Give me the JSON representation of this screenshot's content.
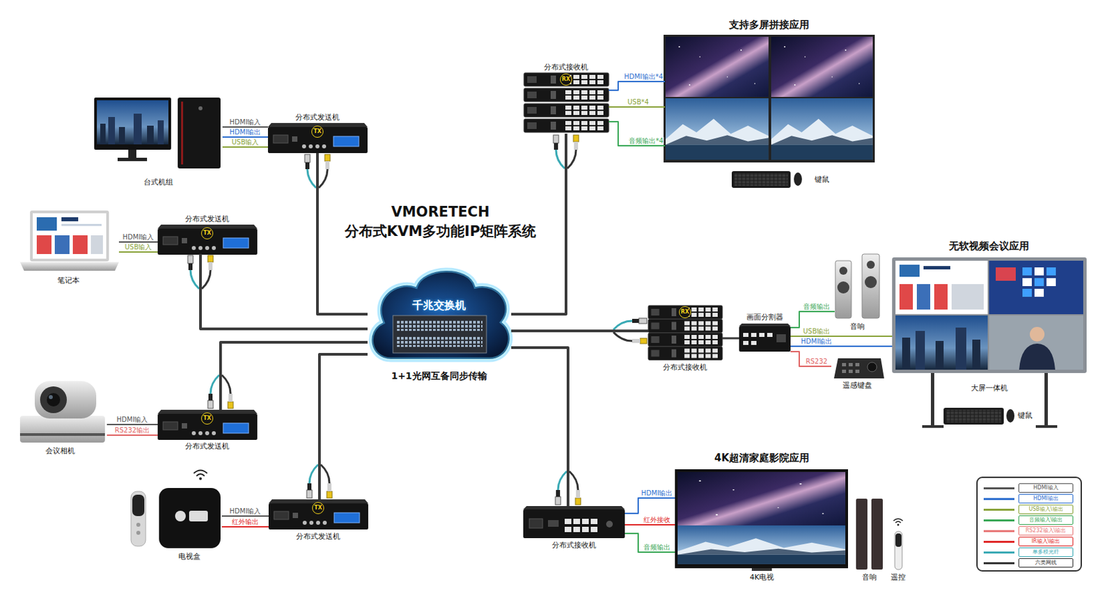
{
  "diagram": {
    "title": "VMORETECH 分布式KVM多功能IP矩阵系统",
    "nodes": [
      {
        "text": [
          "台式机组"
        ]
      },
      {
        "text": [
          "分布式发送机",
          "TX"
        ]
      },
      {
        "text": [
          "笔记本"
        ]
      },
      {
        "text": [
          "分布式发送机",
          "TX"
        ]
      },
      {
        "text": [
          "会议相机"
        ]
      },
      {
        "text": [
          "分布式发送机",
          "TX"
        ]
      },
      {
        "text": [
          "电视盒"
        ]
      },
      {
        "text": [
          "分布式发送机",
          "TX"
        ]
      },
      {
        "text": [
          "千兆交换机"
        ]
      },
      {
        "text": [
          "分布式接收机",
          "RX"
        ]
      },
      {
        "text": [
          "支持多屏拼接应用"
        ]
      },
      {
        "text": [
          "键鼠"
        ]
      },
      {
        "text": [
          "分布式接收机",
          "RX"
        ]
      },
      {
        "text": [
          "画面分割器"
        ]
      },
      {
        "text": [
          "音响"
        ]
      },
      {
        "text": [
          "遥感键盘"
        ]
      },
      {
        "text": [
          "无软视频会议应用",
          "大屏一体机"
        ]
      },
      {
        "text": [
          "键鼠"
        ]
      },
      {
        "text": [
          "分布式接收机"
        ]
      },
      {
        "text": [
          "4K超清家庭影院应用",
          "4K电视"
        ]
      },
      {
        "text": [
          "音响"
        ]
      },
      {
        "text": [
          "遥控"
        ]
      }
    ],
    "edges": [
      {
        "from": 0,
        "to": 1,
        "label": "HDMI输入",
        "arrow": "none"
      },
      {
        "from": 0,
        "to": 1,
        "label": "HDMI输出",
        "arrow": "none"
      },
      {
        "from": 0,
        "to": 1,
        "label": "USB输入",
        "arrow": "none"
      },
      {
        "from": 2,
        "to": 3,
        "label": "HDMI输入",
        "arrow": "none"
      },
      {
        "from": 2,
        "to": 3,
        "label": "USB输入",
        "arrow": "none"
      },
      {
        "from": 4,
        "to": 5,
        "label": "HDMI输入",
        "arrow": "none"
      },
      {
        "from": 4,
        "to": 5,
        "label": "RS232输出",
        "arrow": "none"
      },
      {
        "from": 6,
        "to": 7,
        "label": "HDMI输入",
        "arrow": "none"
      },
      {
        "from": 6,
        "to": 7,
        "label": "红外输出",
        "arrow": "none"
      },
      {
        "from": 1,
        "to": 8,
        "arrow": "none"
      },
      {
        "from": 3,
        "to": 8,
        "arrow": "none"
      },
      {
        "from": 5,
        "to": 8,
        "arrow": "none"
      },
      {
        "from": 7,
        "to": 8,
        "arrow": "none"
      },
      {
        "from": 8,
        "to": 9,
        "arrow": "none"
      },
      {
        "from": 8,
        "to": 12,
        "arrow": "none"
      },
      {
        "from": 8,
        "to": 18,
        "arrow": "none"
      },
      {
        "from": 9,
        "to": 10,
        "label": "HDMI输出*4",
        "arrow": "none"
      },
      {
        "from": 9,
        "to": 10,
        "label": "USB*4",
        "arrow": "none"
      },
      {
        "from": 9,
        "to": 10,
        "label": "音频输出*4",
        "arrow": "none"
      },
      {
        "from": 12,
        "to": 13,
        "arrow": "none"
      },
      {
        "from": 13,
        "to": 14,
        "label": "音频输出",
        "arrow": "none"
      },
      {
        "from": 13,
        "to": 16,
        "label": "USB输出",
        "arrow": "none"
      },
      {
        "from": 13,
        "to": 16,
        "label": "HDMI输出",
        "arrow": "none"
      },
      {
        "from": 13,
        "to": 15,
        "label": "RS232",
        "arrow": "none"
      },
      {
        "from": 18,
        "to": 19,
        "label": "HDMI输出",
        "arrow": "none"
      },
      {
        "from": 18,
        "to": 19,
        "label": "红外接收",
        "arrow": "none"
      },
      {
        "from": 18,
        "to": 19,
        "label": "音频输出",
        "arrow": "none"
      }
    ],
    "labels": [
      "1+1光网互备同步传输"
    ],
    "legend": [
      {
        "text": "HDMI输入",
        "color": "#555555"
      },
      {
        "text": "HDMI输出",
        "color": "#2e6fcf"
      },
      {
        "text": "USB输入\\输出",
        "color": "#8aa33a"
      },
      {
        "text": "音频输入\\输出",
        "color": "#3aa857"
      },
      {
        "text": "RS232输入\\输出",
        "color": "#e87878"
      },
      {
        "text": "IR输入\\输出",
        "color": "#e02a2a"
      },
      {
        "text": "单多模光纤",
        "color": "#3aaab5"
      },
      {
        "text": "六类网线",
        "color": "#333333"
      }
    ]
  }
}
